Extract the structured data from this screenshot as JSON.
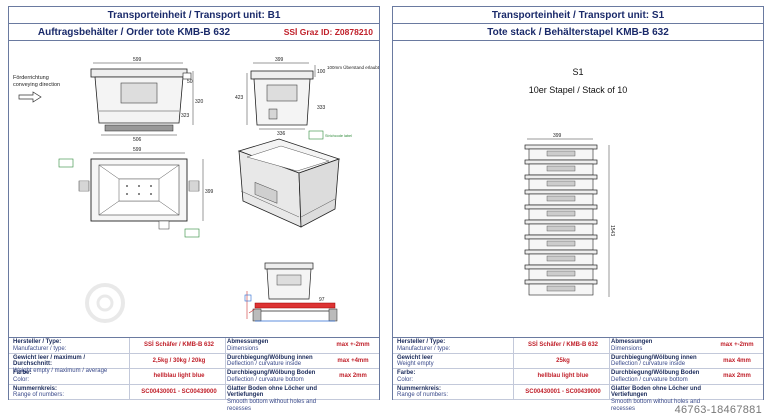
{
  "left": {
    "title_line1_de": "Transporteinheit",
    "title_line1_sep": " / ",
    "title_line1_en": "Transport unit: B1",
    "title_line2": "Auftragsbehälter / Order tote KMB-B 632",
    "id_label": "SSİ Graz ID: Z0878210",
    "drawing": {
      "dim_599_a": "599",
      "dim_50": "50",
      "dim_320": "320",
      "dim_323": "323",
      "dim_506": "506",
      "dim_399_a": "399",
      "dim_423": "423",
      "dim_100": "100",
      "dim_333": "333",
      "dim_336": "336",
      "dim_599_b": "599",
      "dim_399_b": "399",
      "dim_97": "97",
      "note_overhang": "100mm Überstand erlaubt",
      "direction_de": "Förderrichtung",
      "direction_en": "conveying direction",
      "tag_label": "Strichcode label"
    },
    "specs": [
      {
        "l1": "Hersteller / Type:",
        "l2": "Manufacturer / type:",
        "v": "SSİ Schäfer / KMB-B 632",
        "r1": "Abmessungen",
        "r2": "Dimensions",
        "rv": "max +-2mm"
      },
      {
        "l1": "Gewicht leer / maximum / Durchschnitt:",
        "l2": "Weight empty / maximum / average",
        "v": "2,5kg / 30kg / 20kg",
        "r1": "Durchbiegung/Wölbung innen",
        "r2": "Deflection / curvature inside",
        "rv": "max +4mm"
      },
      {
        "l1": "Farbe:",
        "l2": "Color:",
        "v": "hellblau light blue",
        "r1": "Durchbiegung/Wölbung Boden",
        "r2": "Deflection / curvature bottom",
        "rv": "max 2mm"
      },
      {
        "l1": "Nummernkreis:",
        "l2": "Range of numbers:",
        "v": "SC00430001 - SC00439000",
        "r1": "Glatter Boden ohne Löcher und Vertiefungen",
        "r2": "Smooth bottom without holes and recesses",
        "rv": ""
      }
    ]
  },
  "right": {
    "title_line1_de": "Transporteinheit",
    "title_line1_sep": " / ",
    "title_line1_en": "Transport unit: S1",
    "title_line2": "Tote stack / Behälterstapel KMB-B 632",
    "stack_name": "S1",
    "stack_desc": "10er Stapel / Stack of 10",
    "dim_width": "399",
    "dim_height": "1543",
    "stack_count": 10,
    "specs": [
      {
        "l1": "Hersteller / Type:",
        "l2": "Manufacturer / type:",
        "v": "SSİ Schäfer / KMB-B 632",
        "r1": "Abmessungen",
        "r2": "Dimensions",
        "rv": "max +-2mm"
      },
      {
        "l1": "Gewicht leer",
        "l2": "Weight empty",
        "v": "25kg",
        "r1": "Durchbiegung/Wölbung innen",
        "r2": "Deflection / curvature inside",
        "rv": "max 4mm"
      },
      {
        "l1": "Farbe:",
        "l2": "Color:",
        "v": "hellblau light blue",
        "r1": "Durchbiegung/Wölbung Boden",
        "r2": "Deflection / curvature bottom",
        "rv": "max 2mm"
      },
      {
        "l1": "Nummernkreis:",
        "l2": "Range of numbers:",
        "v": "SC00430001 - SC00439000",
        "r1": "Glatter Boden ohne Löcher und Vertiefungen",
        "r2": "Smooth bottom without holes and recesses",
        "rv": ""
      }
    ]
  },
  "watermark": "46763-18467881",
  "colors": {
    "ink": "#1a2a5a",
    "accent": "#c0202a",
    "label_green": "#2f8a3a",
    "hatch": "#333333"
  }
}
